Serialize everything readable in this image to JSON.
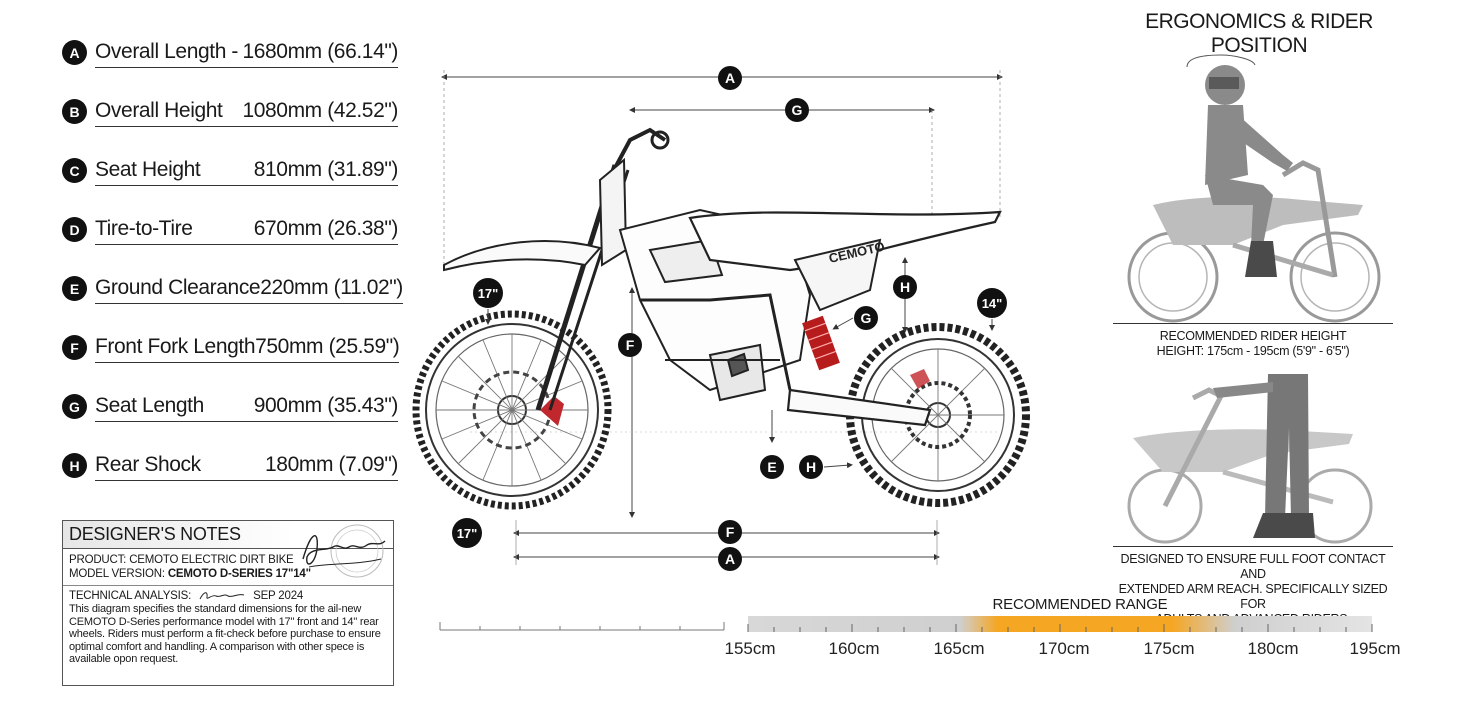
{
  "specs": [
    {
      "letter": "A",
      "label": "Overall Length -",
      "value": "1680mm (66.14\")"
    },
    {
      "letter": "B",
      "label": "Overall Height",
      "value": "1080mm (42.52\")"
    },
    {
      "letter": "C",
      "label": "Seat Height",
      "value": "810mm (31.89\")"
    },
    {
      "letter": "D",
      "label": "Tire-to-Tire",
      "value": "670mm (26.38\")"
    },
    {
      "letter": "E",
      "label": "Ground Clearance",
      "value": "220mm (11.02\")"
    },
    {
      "letter": "F",
      "label": "Front Fork Length",
      "value": "750mm (25.59\")"
    },
    {
      "letter": "G",
      "label": "Seat Length",
      "value": "900mm (35.43\")"
    },
    {
      "letter": "H",
      "label": "Rear Shock",
      "value": "180mm (7.09\")"
    }
  ],
  "notes": {
    "title": "DESIGNER'S NOTES",
    "product_label": "PRODUCT:",
    "product_value": "CEMOTO ELECTRIC DIRT BIKE",
    "model_label": "MODEL VERSION:",
    "model_value": "CEMOTO D-SERIES 17\"14\"",
    "analysis_label": "TECHNICAL ANALYSIS:",
    "analysis_date": "SEP 2024",
    "paragraph": "This diagram specifies the standard dimensions for the ail-new CEMOTO D-Series performance model with 17\" front and 14\" rear wheels. Riders must perform a fit-check before purchase to ensure optimal comfort and handling. A comparison with other spece is available opon request."
  },
  "diagram": {
    "brand": "CEMOTO",
    "dims": [
      "A",
      "G",
      "F",
      "E",
      "H",
      "G",
      "H",
      "F",
      "A"
    ],
    "front_wheel": "17\"",
    "rear_wheel": "14\""
  },
  "ergonomics": {
    "title": "ERGONOMICS & RIDER POSITION",
    "caption1_line1": "RECOMMENDED RIDER HEIGHT",
    "caption1_line2": "HEIGHT: 175cm - 195cm (5'9\" - 6'5\")",
    "caption2_line1": "DESIGNED TO ENSURE FULL FOOT CONTACT AND",
    "caption2_line2": "EXTENDED ARM REACH. SPECIFICALLY SIZED FOR",
    "caption2_line3": "ADULTS AND ADVANCED RIDERS."
  },
  "range": {
    "title": "RECOMMENDED RANGE",
    "ticks": [
      "155cm",
      "160cm",
      "165cm",
      "170cm",
      "175cm",
      "180cm",
      "195cm"
    ],
    "scale_min_cm": 155,
    "scale_max_cm": 195,
    "highlight_start_cm": 171,
    "highlight_end_cm": 183,
    "colors": {
      "bar": "#cfcfcf",
      "highlight": "#f5a623"
    }
  }
}
